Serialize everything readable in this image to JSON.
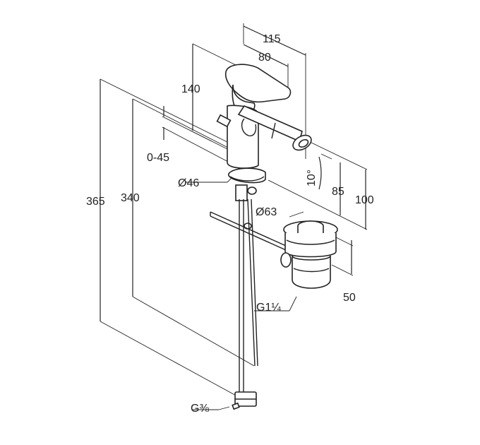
{
  "dimensions": {
    "d115": "115",
    "d80": "80",
    "d140": "140",
    "d0_45": "0-45",
    "d365": "365",
    "d340": "340",
    "dia46": "Ø46",
    "dia63": "Ø63",
    "angle10": "10°",
    "d85": "85",
    "d100": "100",
    "d50": "50",
    "g1_1_4": "G1¼",
    "g3_8": "G⅜"
  }
}
